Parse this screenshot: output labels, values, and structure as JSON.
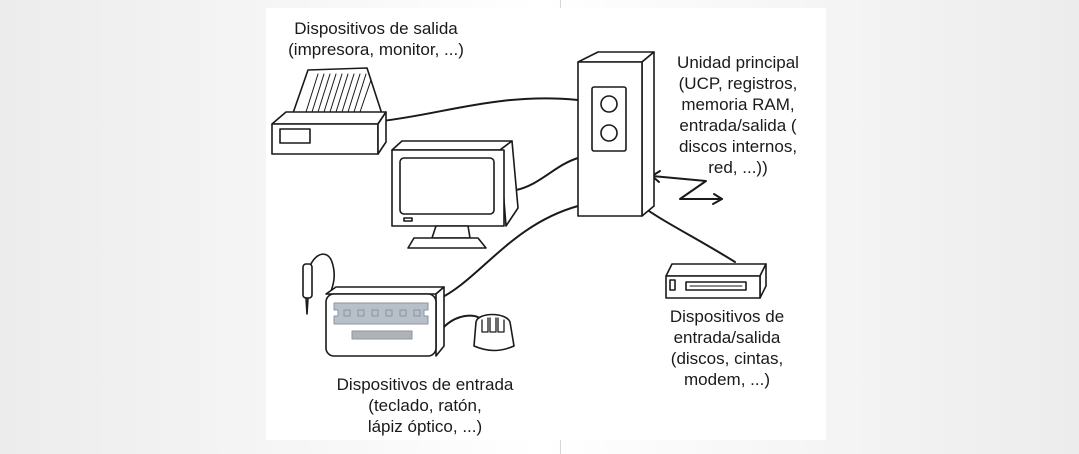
{
  "labels": {
    "output_devices": "Dispositivos de salida\n(impresora, monitor, ...)",
    "main_unit": "Unidad principal\n(UCP, registros,\nmemoria RAM,\nentrada/salida (\ndiscos internos,\nred, ...))",
    "io_devices": "Dispositivos de\nentrada/salida\n(discos, cintas,\nmodem, ...)",
    "input_devices": "Dispositivos de entrada\n(teclado, ratón,\nlápiz óptico, ...)"
  },
  "colors": {
    "stroke": "#1a1a1a",
    "key_fill": "#b7c0c9",
    "spacebar_fill": "#b0b3b6",
    "panel": "#ffffff"
  }
}
